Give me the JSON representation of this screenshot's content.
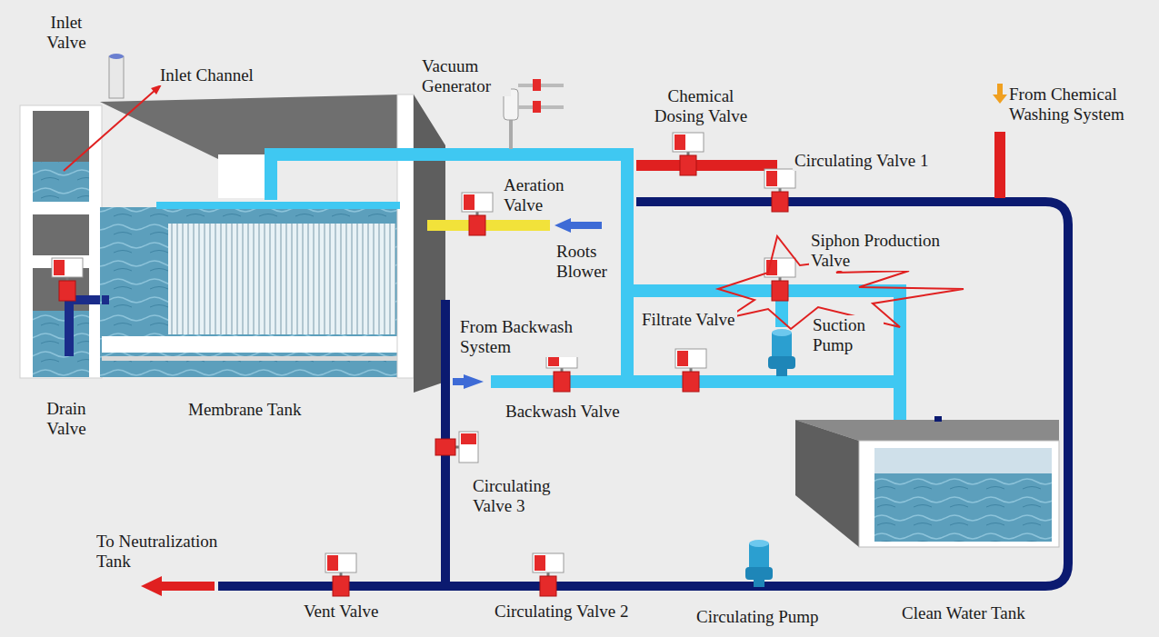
{
  "diagram": {
    "labels": [
      "Inlet Valve",
      "Inlet Channel",
      "Vacuum Generator",
      "Chemical Dosing Valve",
      "From Chemical Washing System",
      "Circulating Valve 1",
      "Aeration Valve",
      "Roots Blower",
      "Siphon Production Valve",
      "From Backwash System",
      "Filtrate Valve",
      "Suction Pump",
      "Backwash Valve",
      "Drain Valve",
      "Membrane Tank",
      "Circulating Valve 3",
      "To Neutralization Tank",
      "Vent Valve",
      "Circulating Valve 2",
      "Circulating Pump",
      "Clean Water Tank"
    ]
  }
}
